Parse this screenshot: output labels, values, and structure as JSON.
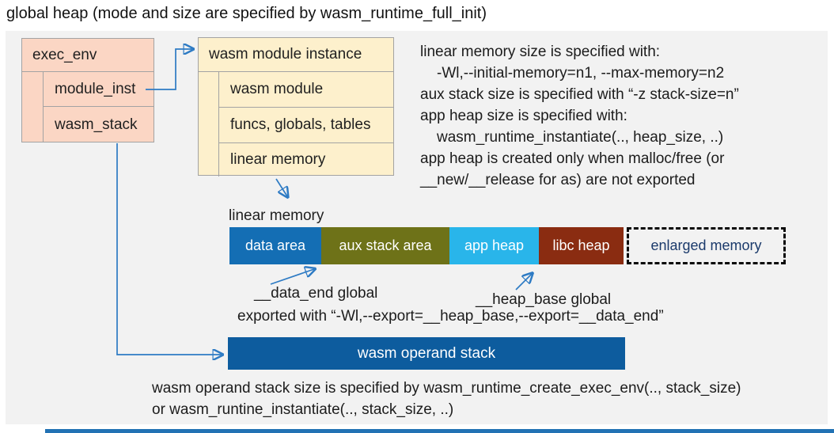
{
  "title": "global heap (mode and size are specified by wasm_runtime_full_init)",
  "exec_env": {
    "header": "exec_env",
    "rows": [
      "module_inst",
      "wasm_stack"
    ]
  },
  "module_instance": {
    "header": "wasm module instance",
    "rows": [
      "wasm module",
      "funcs, globals, tables",
      "linear memory"
    ]
  },
  "notes_right": [
    "linear memory size is specified with:",
    "-Wl,--initial-memory=n1, --max-memory=n2",
    "aux stack size is specified with “-z stack-size=n”",
    "app heap size is specified with:",
    "wasm_runtime_instantiate(.., heap_size, ..)",
    "app heap is created only when malloc/free (or",
    "__new/__release for as) are not exported"
  ],
  "linear_memory": {
    "label": "linear memory",
    "segments": [
      {
        "label": "data area",
        "color": "#146eb4"
      },
      {
        "label": "aux stack area",
        "color": "#6e7218"
      },
      {
        "label": "app heap",
        "color": "#29b5ea"
      },
      {
        "label": "libc heap",
        "color": "#8a2c11"
      },
      {
        "label": "enlarged memory",
        "color": "transparent"
      }
    ]
  },
  "annotations": {
    "data_end": "__data_end global",
    "heap_base": "__heap_base global",
    "exported": "exported with “-Wl,--export=__heap_base,--export=__data_end”"
  },
  "operand_stack": {
    "label": "wasm operand stack"
  },
  "notes_bottom": [
    "wasm operand stack size is specified by wasm_runtime_create_exec_env(.., stack_size)",
    "or wasm_runtine_instantiate(.., stack_size, ..)"
  ],
  "colors": {
    "panel": "#f2f2f2",
    "exec_env_fill": "#fbd6c4",
    "module_instance_fill": "#fdf0cc",
    "arrow": "#2e7bc4",
    "data_area": "#146eb4",
    "aux_stack_area": "#6e7218",
    "app_heap": "#29b5ea",
    "libc_heap": "#8a2c11",
    "enlarged_memory_text": "#1b3a6b",
    "operand_stack_fill": "#0d5c9e",
    "bottom_bar": "#2272b4"
  }
}
